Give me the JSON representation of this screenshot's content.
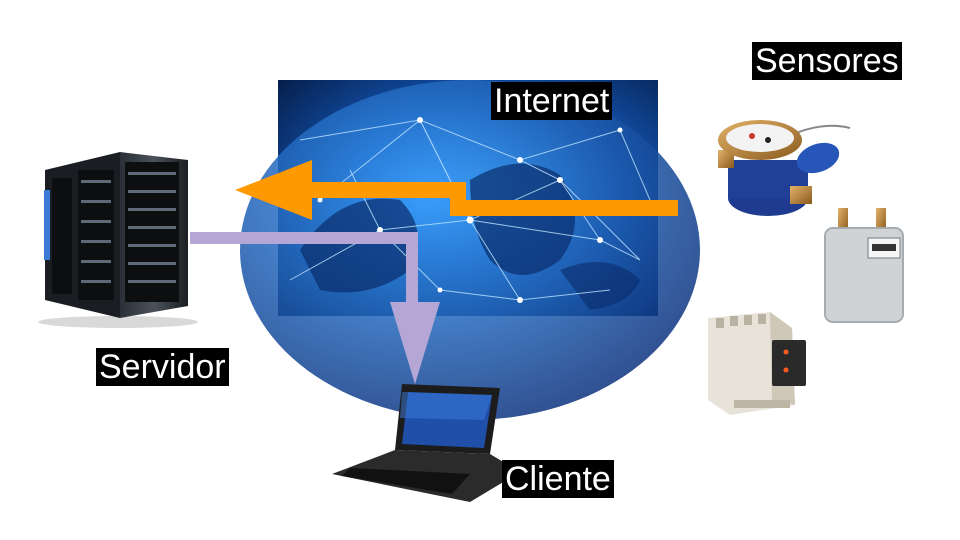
{
  "labels": {
    "sensores": "Sensores",
    "internet": "Internet",
    "servidor": "Servidor",
    "cliente": "Cliente"
  },
  "colors": {
    "data_flow_arrow": "#ff9900",
    "client_flow_arrow": "#b4a7d6",
    "globe_background": "#0a2c6b",
    "label_background": "#000000",
    "label_text": "#ffffff"
  },
  "icons": {
    "internet": "globe-network-icon",
    "server": "server-rack-icon",
    "client": "laptop-icon",
    "sensor_1": "water-meter-icon",
    "sensor_2": "gas-meter-icon",
    "sensor_3": "din-rail-module-icon"
  }
}
